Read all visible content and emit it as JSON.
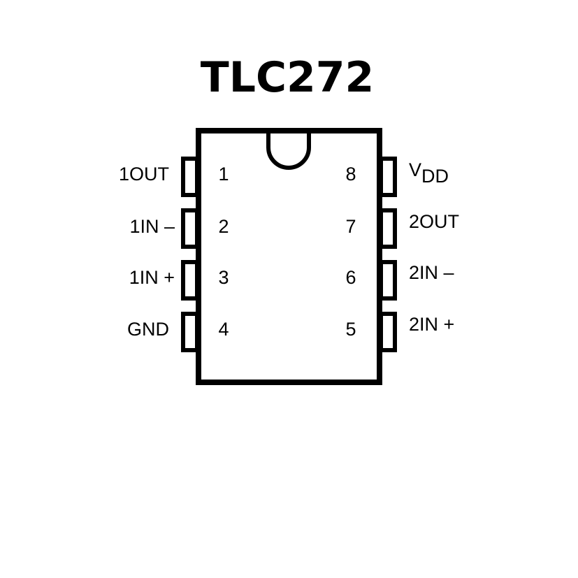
{
  "title": "TLC272",
  "colors": {
    "stroke": "#000000",
    "background": "#ffffff"
  },
  "pins": [
    {
      "number": "1",
      "label": "1OUT",
      "side": "left"
    },
    {
      "number": "2",
      "label": "1IN –",
      "side": "left"
    },
    {
      "number": "3",
      "label": "1IN +",
      "side": "left"
    },
    {
      "number": "4",
      "label": "GND",
      "side": "left"
    },
    {
      "number": "5",
      "label": "2IN +",
      "side": "right"
    },
    {
      "number": "6",
      "label": "2IN –",
      "side": "right"
    },
    {
      "number": "7",
      "label": "2OUT",
      "side": "right"
    },
    {
      "number": "8",
      "label": "V",
      "label_sub": "DD",
      "side": "right"
    }
  ]
}
